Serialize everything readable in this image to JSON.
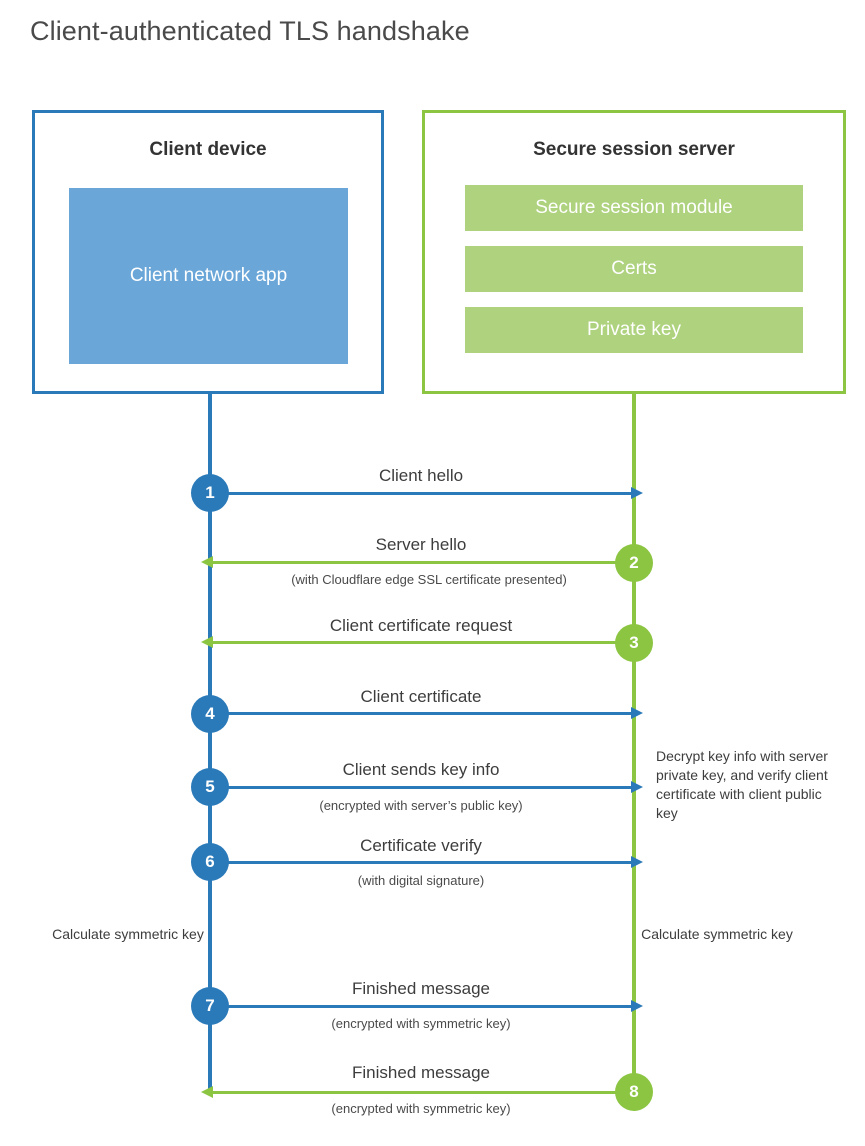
{
  "title": "Client-authenticated TLS handshake",
  "colors": {
    "client_blue": "#2a7ab9",
    "client_app_fill": "#6aa6d8",
    "server_green": "#8cc542",
    "server_bar_fill": "#aed27e",
    "title_text": "#4a4a4a",
    "body_text": "#3d3d3d"
  },
  "parties": {
    "client": {
      "title": "Client device",
      "app_label": "Client network app"
    },
    "server": {
      "title": "Secure session server",
      "modules": [
        "Secure session module",
        "Certs",
        "Private key"
      ]
    }
  },
  "steps": [
    {
      "number": "1",
      "direction": "client-to-server",
      "label": "Client hello",
      "sublabel": ""
    },
    {
      "number": "2",
      "direction": "server-to-client",
      "label": "Server hello",
      "sublabel": "(with Cloudflare edge SSL certificate presented)"
    },
    {
      "number": "3",
      "direction": "server-to-client",
      "label": "Client certificate request",
      "sublabel": ""
    },
    {
      "number": "4",
      "direction": "client-to-server",
      "label": "Client certificate",
      "sublabel": ""
    },
    {
      "number": "5",
      "direction": "client-to-server",
      "label": "Client sends key info",
      "sublabel": "(encrypted with server’s public key)"
    },
    {
      "number": "6",
      "direction": "client-to-server",
      "label": "Certificate verify",
      "sublabel": "(with digital signature)"
    },
    {
      "number": "7",
      "direction": "client-to-server",
      "label": "Finished message",
      "sublabel": "(encrypted with symmetric key)"
    },
    {
      "number": "8",
      "direction": "server-to-client",
      "label": "Finished message",
      "sublabel": "(encrypted with symmetric key)"
    }
  ],
  "notes": {
    "server_decrypt": "Decrypt key info with server private key, and verify client certificate with client public key",
    "client_calc": "Calculate symmetric key",
    "server_calc": "Calculate symmetric key"
  }
}
